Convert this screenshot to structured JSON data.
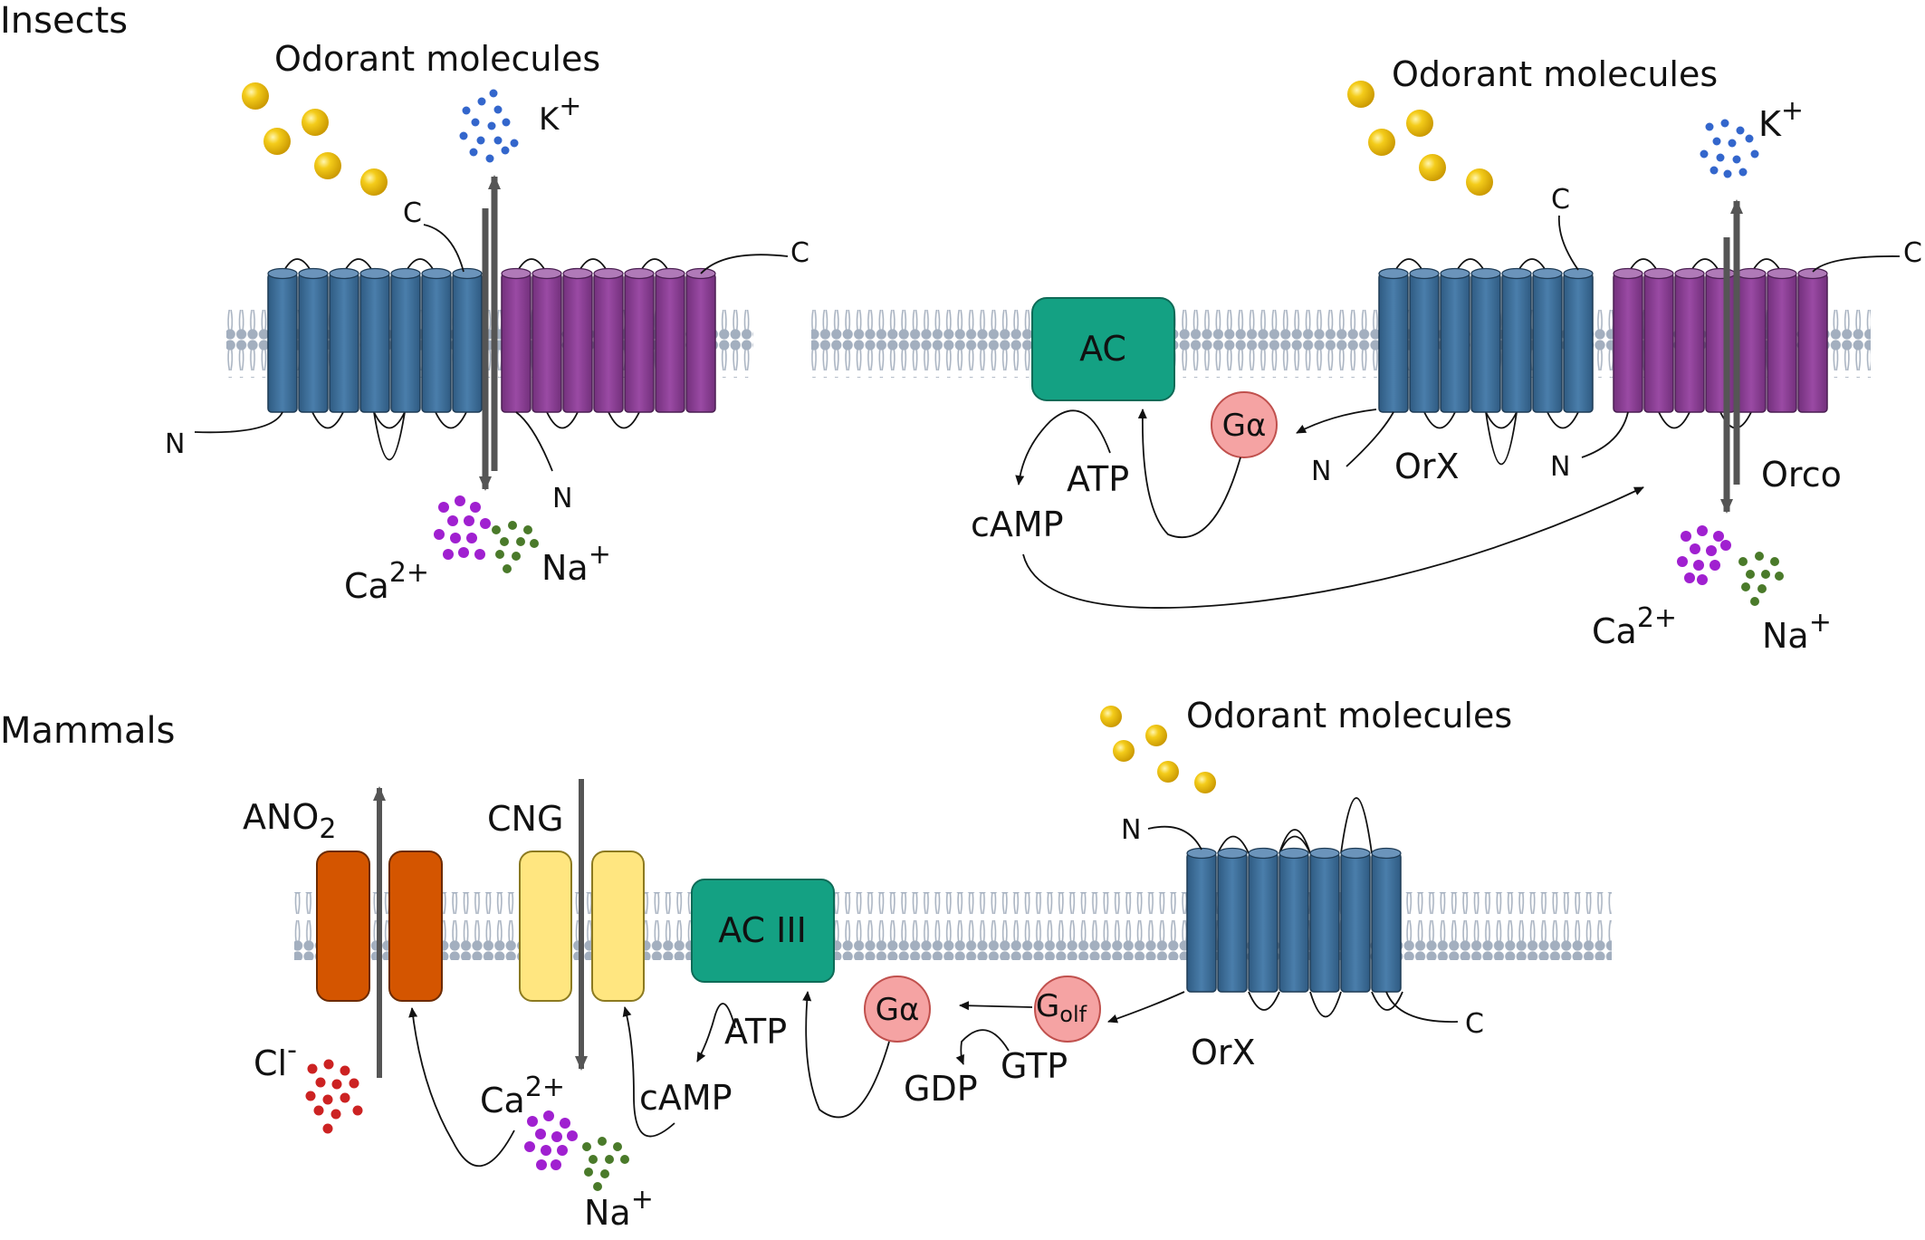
{
  "sections": {
    "insects": "Insects",
    "mammals": "Mammals"
  },
  "insects_left": {
    "odorant": "Odorant molecules",
    "k_ion": "K",
    "k_charge": "+",
    "ca_ion": "Ca",
    "ca_charge": "2+",
    "na_ion": "Na",
    "na_charge": "+",
    "c_term_1": "C",
    "c_term_2": "C",
    "n_term_1": "N",
    "n_term_2": "N"
  },
  "insects_right": {
    "odorant": "Odorant molecules",
    "k_ion": "K",
    "k_charge": "+",
    "ac": "AC",
    "g_alpha": "Gα",
    "atp": "ATP",
    "camp": "cAMP",
    "orx": "OrX",
    "orco": "Orco",
    "ca_ion": "Ca",
    "ca_charge": "2+",
    "na_ion": "Na",
    "na_charge": "+",
    "c_term_1": "C",
    "c_term_2": "C",
    "n_term_1": "N",
    "n_term_2": "N"
  },
  "mammals": {
    "odorant": "Odorant molecules",
    "ano_main": "ANO",
    "ano_sub": "2",
    "cng": "CNG",
    "ac3": "AC III",
    "g_alpha": "Gα",
    "g_olf_main": "G",
    "g_olf_sub": "olf",
    "atp": "ATP",
    "camp": "cAMP",
    "gdp": "GDP",
    "gtp": "GTP",
    "orx": "OrX",
    "cl_ion": "Cl",
    "cl_charge": "-",
    "ca_ion": "Ca",
    "ca_charge": "2+",
    "na_ion": "Na",
    "na_charge": "+",
    "n_term": "N",
    "c_term": "C"
  },
  "colors": {
    "orx_blue": "#3f6f99",
    "orco_purple": "#8c3f96",
    "ac_green": "#14a183",
    "g_pink": "#f5a3a3",
    "ano_orange": "#d45500",
    "cng_yellow": "#ffe680",
    "odorant_yellow": "#f2c200",
    "k_blue": "#3366cc",
    "ca_purple": "#9a1fc4",
    "na_green": "#4a8a2e",
    "cl_red": "#cc2222",
    "lipid_grey": "#9aa8b8"
  }
}
